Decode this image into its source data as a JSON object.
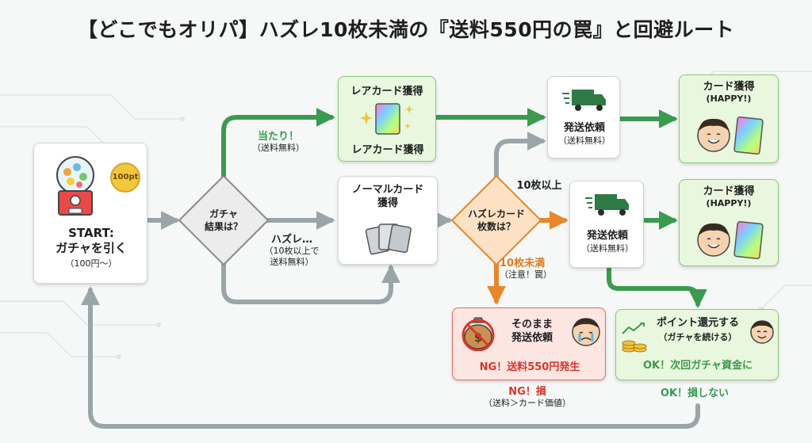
{
  "title": "【どこでもオリパ】ハズレ10枚未満の『送料550円の罠』と回避ルート",
  "start": {
    "coin": "100pt",
    "label": "START:",
    "label2": "ガチャを引く",
    "sub": "（100円〜）"
  },
  "gacha_decision": {
    "line1": "ガチャ",
    "line2": "結果は？"
  },
  "win_branch": {
    "label": "当たり！",
    "sub": "（送料無料）"
  },
  "lose_branch": {
    "label": "ハズレ…",
    "sub1": "（10枚以上で",
    "sub2": "送料無料）"
  },
  "rare_box": {
    "title": "レアカード獲得",
    "caption": "レアカード獲得"
  },
  "normal_box": {
    "title1": "ノーマルカード",
    "title2": "獲得"
  },
  "hazure_decision": {
    "line1": "ハズレカード",
    "line2": "枚数は？"
  },
  "ten_or_more": {
    "label": "10枚以上"
  },
  "under_ten": {
    "label": "10枚未満",
    "sub": "（注意！罠）"
  },
  "ship_top": {
    "title": "発送依頼",
    "sub": "（送料無料）"
  },
  "ship_mid": {
    "title": "発送依頼",
    "sub": "（送料無料）"
  },
  "card_top": {
    "title": "カード獲得",
    "sub": "(HAPPY!)"
  },
  "card_mid": {
    "title": "カード獲得",
    "sub": "(HAPPY!)"
  },
  "ng_box": {
    "line1": "そのまま",
    "line2": "発送依頼",
    "warning": "NG！送料550円発生"
  },
  "ng_caption": {
    "label": "NG！損",
    "sub": "（送料＞カード価値）"
  },
  "point_box": {
    "line1": "ポイント還元する",
    "line2": "（ガチャを続ける）",
    "ok": "OK！次回ガチャ資金に"
  },
  "ok_caption": {
    "label": "OK！損しない"
  },
  "colors": {
    "green": "#3a9a4e",
    "orange": "#e8862a",
    "gray": "#9aa5a8",
    "red": "#d8372c"
  }
}
